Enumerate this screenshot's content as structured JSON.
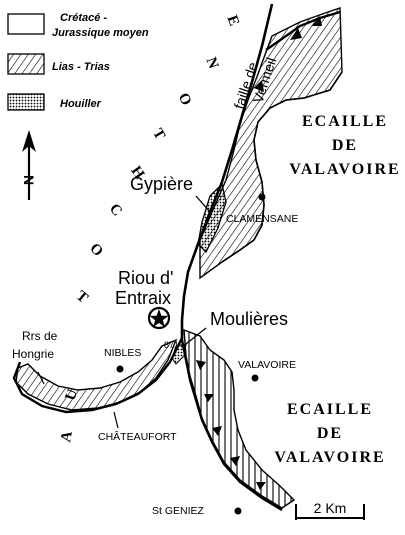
{
  "legend": {
    "items": [
      {
        "label_line1": "Crétacé -",
        "label_line2": "Jurassique moyen"
      },
      {
        "label_line1": "Lias - Trias",
        "label_line2": ""
      },
      {
        "label_line1": "Houiller",
        "label_line2": ""
      }
    ]
  },
  "north_label": "N",
  "labels": {
    "autochtone_letters": [
      "A",
      "U",
      "T",
      "O",
      "C",
      "H",
      "T",
      "O",
      "N",
      "E"
    ],
    "faille_line1": "faille de",
    "faille_line2": "Vermeil",
    "ecaille_north": [
      "ECAILLE",
      "DE",
      "VALAVOIRE"
    ],
    "ecaille_south": [
      "ECAILLE",
      "DE",
      "VALAVOIRE"
    ],
    "gypiere": "Gypière",
    "clamensane": "CLAMENSANE",
    "riou_line1": "Riou d'",
    "riou_line2": "Entraix",
    "moulieres": "Moulières",
    "rrs_line1": "Rrs de",
    "rrs_line2": "Hongrie",
    "nibles": "NIBLES",
    "elevation": "871",
    "valavoire": "VALAVOIRE",
    "chateaufort": "CHÂTEAUFORT",
    "st_geniez": "St GENIEZ",
    "scale": "2 Km"
  }
}
